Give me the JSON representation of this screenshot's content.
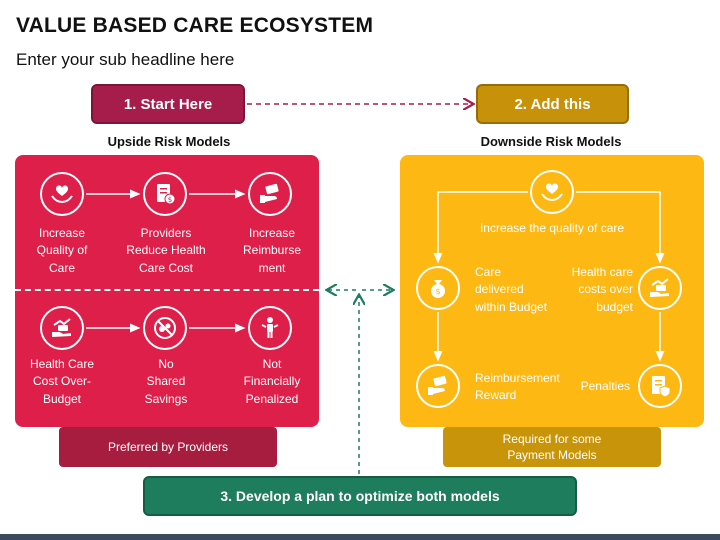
{
  "title": "VALUE BASED CARE ECOSYSTEM",
  "subtitle": "Enter your sub headline here",
  "steps": {
    "start": "1. Start Here",
    "add": "2. Add this",
    "plan": "3. Develop a plan to optimize both models"
  },
  "upside": {
    "heading": "Upside Risk Models",
    "items": [
      {
        "icon": "heart-hands-icon",
        "text": "Increase\nQuality of\nCare"
      },
      {
        "icon": "document-cost-icon",
        "text": "Providers\nReduce Health\nCare Cost"
      },
      {
        "icon": "money-hand-icon",
        "text": "Increase\nReimburse\nment"
      },
      {
        "icon": "hand-money-trend-icon",
        "text": "Health Care\nCost Over-\nBudget"
      },
      {
        "icon": "no-savings-icon",
        "text": "No\nShared\nSavings"
      },
      {
        "icon": "person-icon",
        "text": "Not\nFinancially\nPenalized"
      }
    ],
    "footer": "Preferred by Providers"
  },
  "downside": {
    "heading": "Downside Risk Models",
    "top": {
      "icon": "heart-hands-icon",
      "text": "Increase the quality of care"
    },
    "left_mid": {
      "icon": "money-bag-icon",
      "text": "Care\ndelivered\nwithin Budget"
    },
    "right_mid": {
      "icon": "hand-money-trend-icon",
      "text": "Health care\ncosts over\nbudget"
    },
    "left_bottom": {
      "icon": "money-hand-icon",
      "text": "Reimbursement\nReward"
    },
    "right_bottom": {
      "icon": "document-shield-icon",
      "text": "Penalties"
    },
    "footer": "Required for some\nPayment Models"
  },
  "colors": {
    "red_panel": "#de1f4a",
    "red_dark": "#a61d4c",
    "gold_panel": "#fdb813",
    "gold_dark": "#c8910a",
    "green": "#1d7d5c"
  }
}
